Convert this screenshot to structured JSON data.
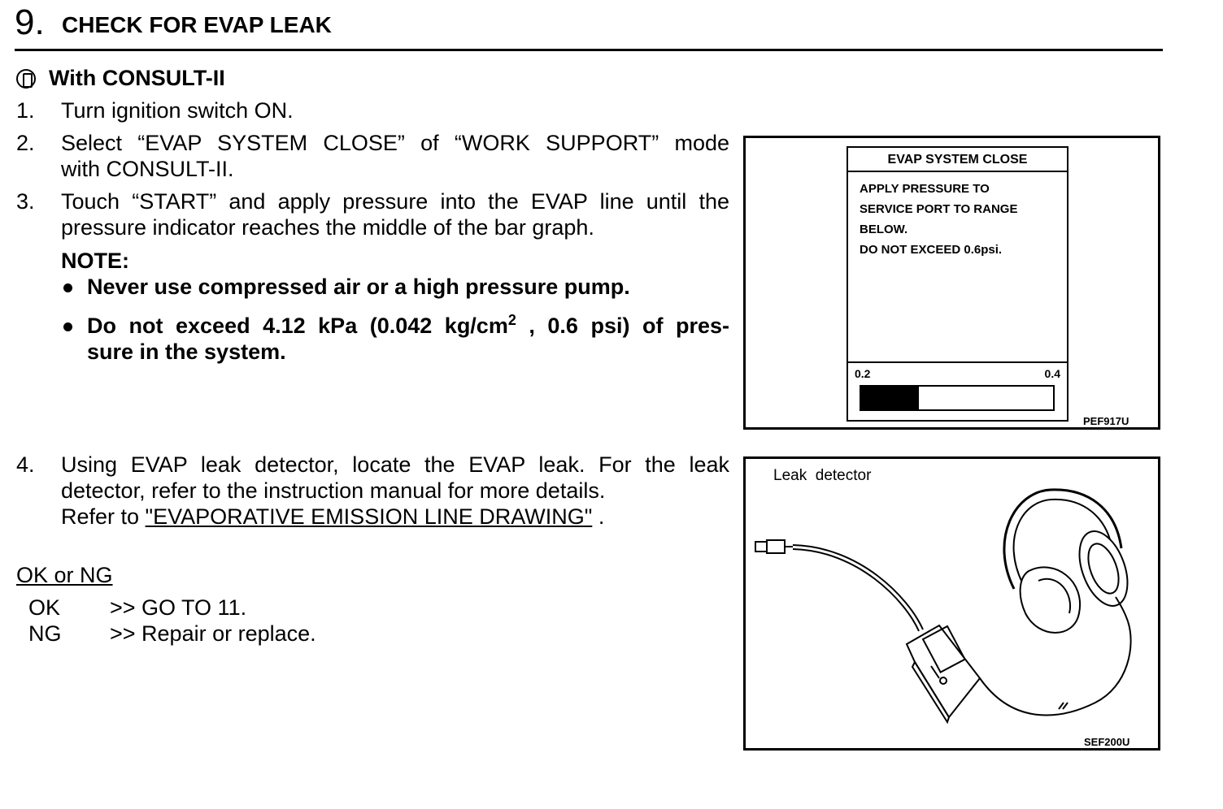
{
  "heading": {
    "number": "9.",
    "title": "CHECK FOR EVAP LEAK"
  },
  "consult_label": "With CONSULT-II",
  "steps": [
    {
      "num": "1.",
      "line1": "Turn ignition switch ON."
    },
    {
      "num": "2.",
      "line1": "Select “EVAP SYSTEM CLOSE” of “WORK SUPPORT” mode",
      "line2": "with CONSULT-II."
    },
    {
      "num": "3.",
      "line1": "Touch “START” and apply pressure into the EVAP line until the",
      "line2": "pressure indicator reaches the middle of the bar graph."
    },
    {
      "num": "4.",
      "line1": "Using EVAP leak detector, locate the EVAP leak. For the leak",
      "line2": "detector, refer to the instruction manual for more details.",
      "line3_prefix": "Refer to ",
      "link": "\"EVAPORATIVE EMISSION LINE DRAWING\"",
      "line3_suffix": " ."
    }
  ],
  "note": {
    "label": "NOTE:",
    "bullet1": "Never use compressed air or a high pressure pump.",
    "bullet2_line1_a": "Do not exceed 4.12 kPa (0.042 kg/cm",
    "bullet2_sup": "2",
    "bullet2_line1_b": " , 0.6 psi) of pres-",
    "bullet2_line2": "sure in the system."
  },
  "result": {
    "heading": "OK or NG",
    "rows": [
      {
        "key": "OK",
        "value": ">> GO TO 11."
      },
      {
        "key": "NG",
        "value": ">> Repair or replace."
      }
    ]
  },
  "figure1": {
    "screen_title": "EVAP SYSTEM CLOSE",
    "message": [
      "APPLY PRESSURE TO",
      "SERVICE PORT TO RANGE",
      "BELOW.",
      "DO NOT EXCEED 0.6psi."
    ],
    "scale_min": "0.2",
    "scale_max": "0.4",
    "bar_fill_fraction": 0.3,
    "code": "PEF917U"
  },
  "figure2": {
    "label": "Leak  detector",
    "code": "SEF200U"
  }
}
